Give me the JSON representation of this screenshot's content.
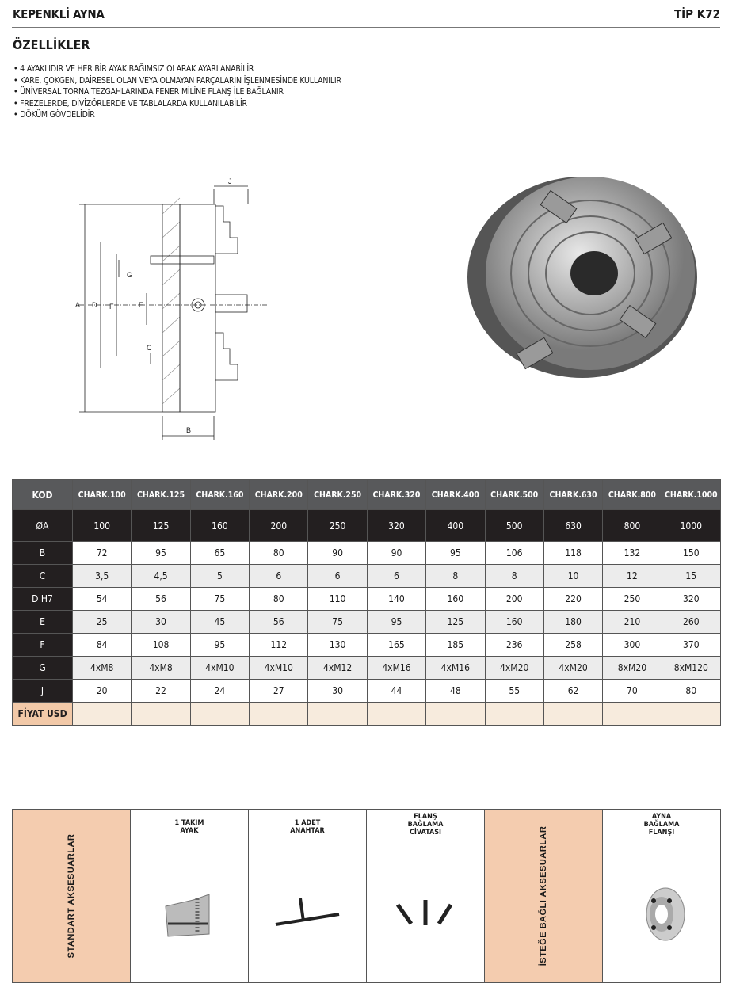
{
  "header": {
    "title": "KEPENKLİ AYNA",
    "type": "TİP K72"
  },
  "features": {
    "heading": "ÖZELLİKLER",
    "items": [
      "• 4 AYAKLIDIR VE HER BİR AYAK BAĞIMSIZ OLARAK AYARLANABİLİR",
      "• KARE, ÇOKGEN, DAİRESEL OLAN VEYA OLMAYAN PARÇALARIN İŞLENMESİNDE KULLANILIR",
      "• ÜNİVERSAL TORNA TEZGAHLARINDA FENER MİLİNE FLANŞ İLE BAĞLANIR",
      "• FREZELERDE, DİVİZÖRLERDE VE TABLALARDA KULLANILABİLİR",
      "• DÖKÜM GÖVDELİDİR"
    ]
  },
  "drawing": {
    "labels": {
      "A": "A",
      "D": "D",
      "F": "F",
      "E": "E",
      "G": "G",
      "C": "C",
      "B": "B",
      "J": "J"
    }
  },
  "spec_table": {
    "header": "KOD",
    "codes": [
      "CHARK.100",
      "CHARK.125",
      "CHARK.160",
      "CHARK.200",
      "CHARK.250",
      "CHARK.320",
      "CHARK.400",
      "CHARK.500",
      "CHARK.630",
      "CHARK.800",
      "CHARK.1000"
    ],
    "rows": [
      {
        "label": "ØA",
        "values": [
          "100",
          "125",
          "160",
          "200",
          "250",
          "320",
          "400",
          "500",
          "630",
          "800",
          "1000"
        ]
      },
      {
        "label": "B",
        "values": [
          "72",
          "95",
          "65",
          "80",
          "90",
          "90",
          "95",
          "106",
          "118",
          "132",
          "150"
        ]
      },
      {
        "label": "C",
        "values": [
          "3,5",
          "4,5",
          "5",
          "6",
          "6",
          "6",
          "8",
          "8",
          "10",
          "12",
          "15"
        ]
      },
      {
        "label": "D H7",
        "values": [
          "54",
          "56",
          "75",
          "80",
          "110",
          "140",
          "160",
          "200",
          "220",
          "250",
          "320"
        ]
      },
      {
        "label": "E",
        "values": [
          "25",
          "30",
          "45",
          "56",
          "75",
          "95",
          "125",
          "160",
          "180",
          "210",
          "260"
        ]
      },
      {
        "label": "F",
        "values": [
          "84",
          "108",
          "95",
          "112",
          "130",
          "165",
          "185",
          "236",
          "258",
          "300",
          "370"
        ]
      },
      {
        "label": "G",
        "values": [
          "4xM8",
          "4xM8",
          "4xM10",
          "4xM10",
          "4xM12",
          "4xM16",
          "4xM16",
          "4xM20",
          "4xM20",
          "8xM20",
          "8xM120"
        ]
      },
      {
        "label": "J",
        "values": [
          "20",
          "22",
          "24",
          "27",
          "30",
          "44",
          "48",
          "55",
          "62",
          "70",
          "80"
        ]
      }
    ],
    "price_label": "FİYAT USD"
  },
  "accessories": {
    "standard_label": "STANDART AKSESUARLAR",
    "optional_label": "İSTEĞE BAĞLI  AKSESUARLAR",
    "standard_items": [
      {
        "l1": "1 TAKIM",
        "l2": "AYAK",
        "l3": ""
      },
      {
        "l1": "1 ADET",
        "l2": "ANAHTAR",
        "l3": ""
      },
      {
        "l1": "FLANŞ",
        "l2": "BAĞLAMA",
        "l3": "CİVATASI"
      }
    ],
    "optional_items": [
      {
        "l1": "AYNA",
        "l2": "BAĞLAMA",
        "l3": "FLANŞI"
      }
    ]
  }
}
